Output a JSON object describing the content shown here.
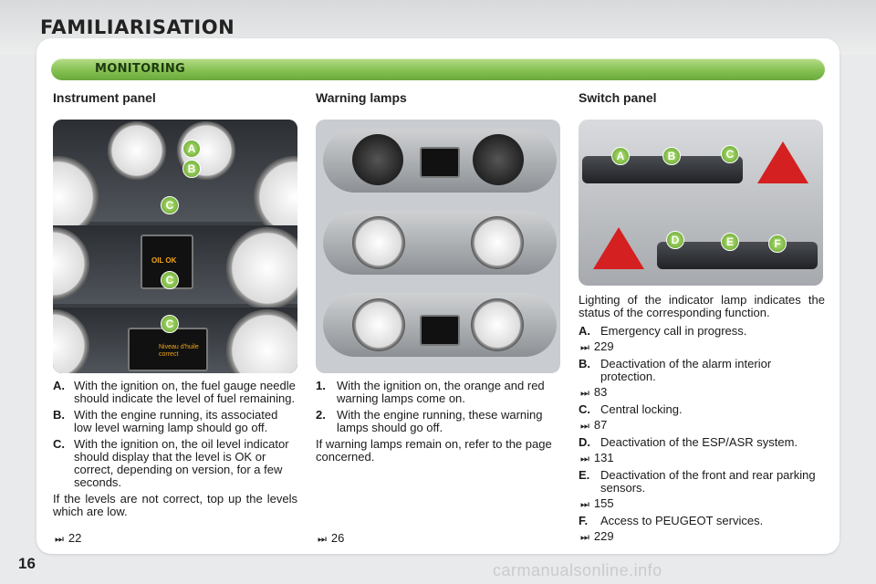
{
  "header": {
    "title": "FAMILIARISATION"
  },
  "section": {
    "title": "MONITORING"
  },
  "colors": {
    "accent_green": "#85c152",
    "hazard_red": "#d42020"
  },
  "instrument_panel": {
    "heading": "Instrument panel",
    "markers": [
      "A",
      "B",
      "C",
      "C",
      "C"
    ],
    "screen_text": {
      "oil_ok": "OIL OK",
      "oil_level": "Niveau d'huile correct"
    },
    "items": [
      {
        "key": "A.",
        "text": "With the ignition on, the fuel gauge needle should indicate the level of fuel remaining."
      },
      {
        "key": "B.",
        "text": "With the engine running, its associated low level warning lamp should go off."
      },
      {
        "key": "C.",
        "text": "With the ignition on, the oil level indicator should display that the level is OK or correct, depending on version, for a few seconds."
      }
    ],
    "note": "If the levels are not correct, top up the levels which are low.",
    "ref": {
      "icon": "page-ref-icon",
      "symbol": "⏭",
      "page": "22"
    }
  },
  "warning_lamps": {
    "heading": "Warning lamps",
    "items": [
      {
        "key": "1.",
        "text": "With the ignition on, the orange and red warning lamps come on."
      },
      {
        "key": "2.",
        "text": "With the engine running, these warning lamps should go off."
      }
    ],
    "note": "If warning lamps remain on, refer to the page concerned.",
    "ref": {
      "icon": "page-ref-icon",
      "symbol": "⏭",
      "page": "26"
    }
  },
  "switch_panel": {
    "heading": "Switch panel",
    "intro": "Lighting of the indicator lamp indicates the status of the corresponding function.",
    "markers": [
      "A",
      "B",
      "C",
      "D",
      "E",
      "F"
    ],
    "items": [
      {
        "key": "A.",
        "text": "Emergency call in progress.",
        "ref": "229"
      },
      {
        "key": "B.",
        "text": "Deactivation of the alarm interior protection.",
        "ref": "83"
      },
      {
        "key": "C.",
        "text": "Central locking.",
        "ref": "87"
      },
      {
        "key": "D.",
        "text": "Deactivation of the ESP/ASR system.",
        "ref": "131"
      },
      {
        "key": "E.",
        "text": "Deactivation of the front and rear parking sensors.",
        "ref": "155"
      },
      {
        "key": "F.",
        "text": "Access to PEUGEOT services.",
        "ref": "229"
      }
    ],
    "ref_symbol": "⏭"
  },
  "footer": {
    "page_number": "16",
    "watermark": "carmanualsonline.info"
  }
}
